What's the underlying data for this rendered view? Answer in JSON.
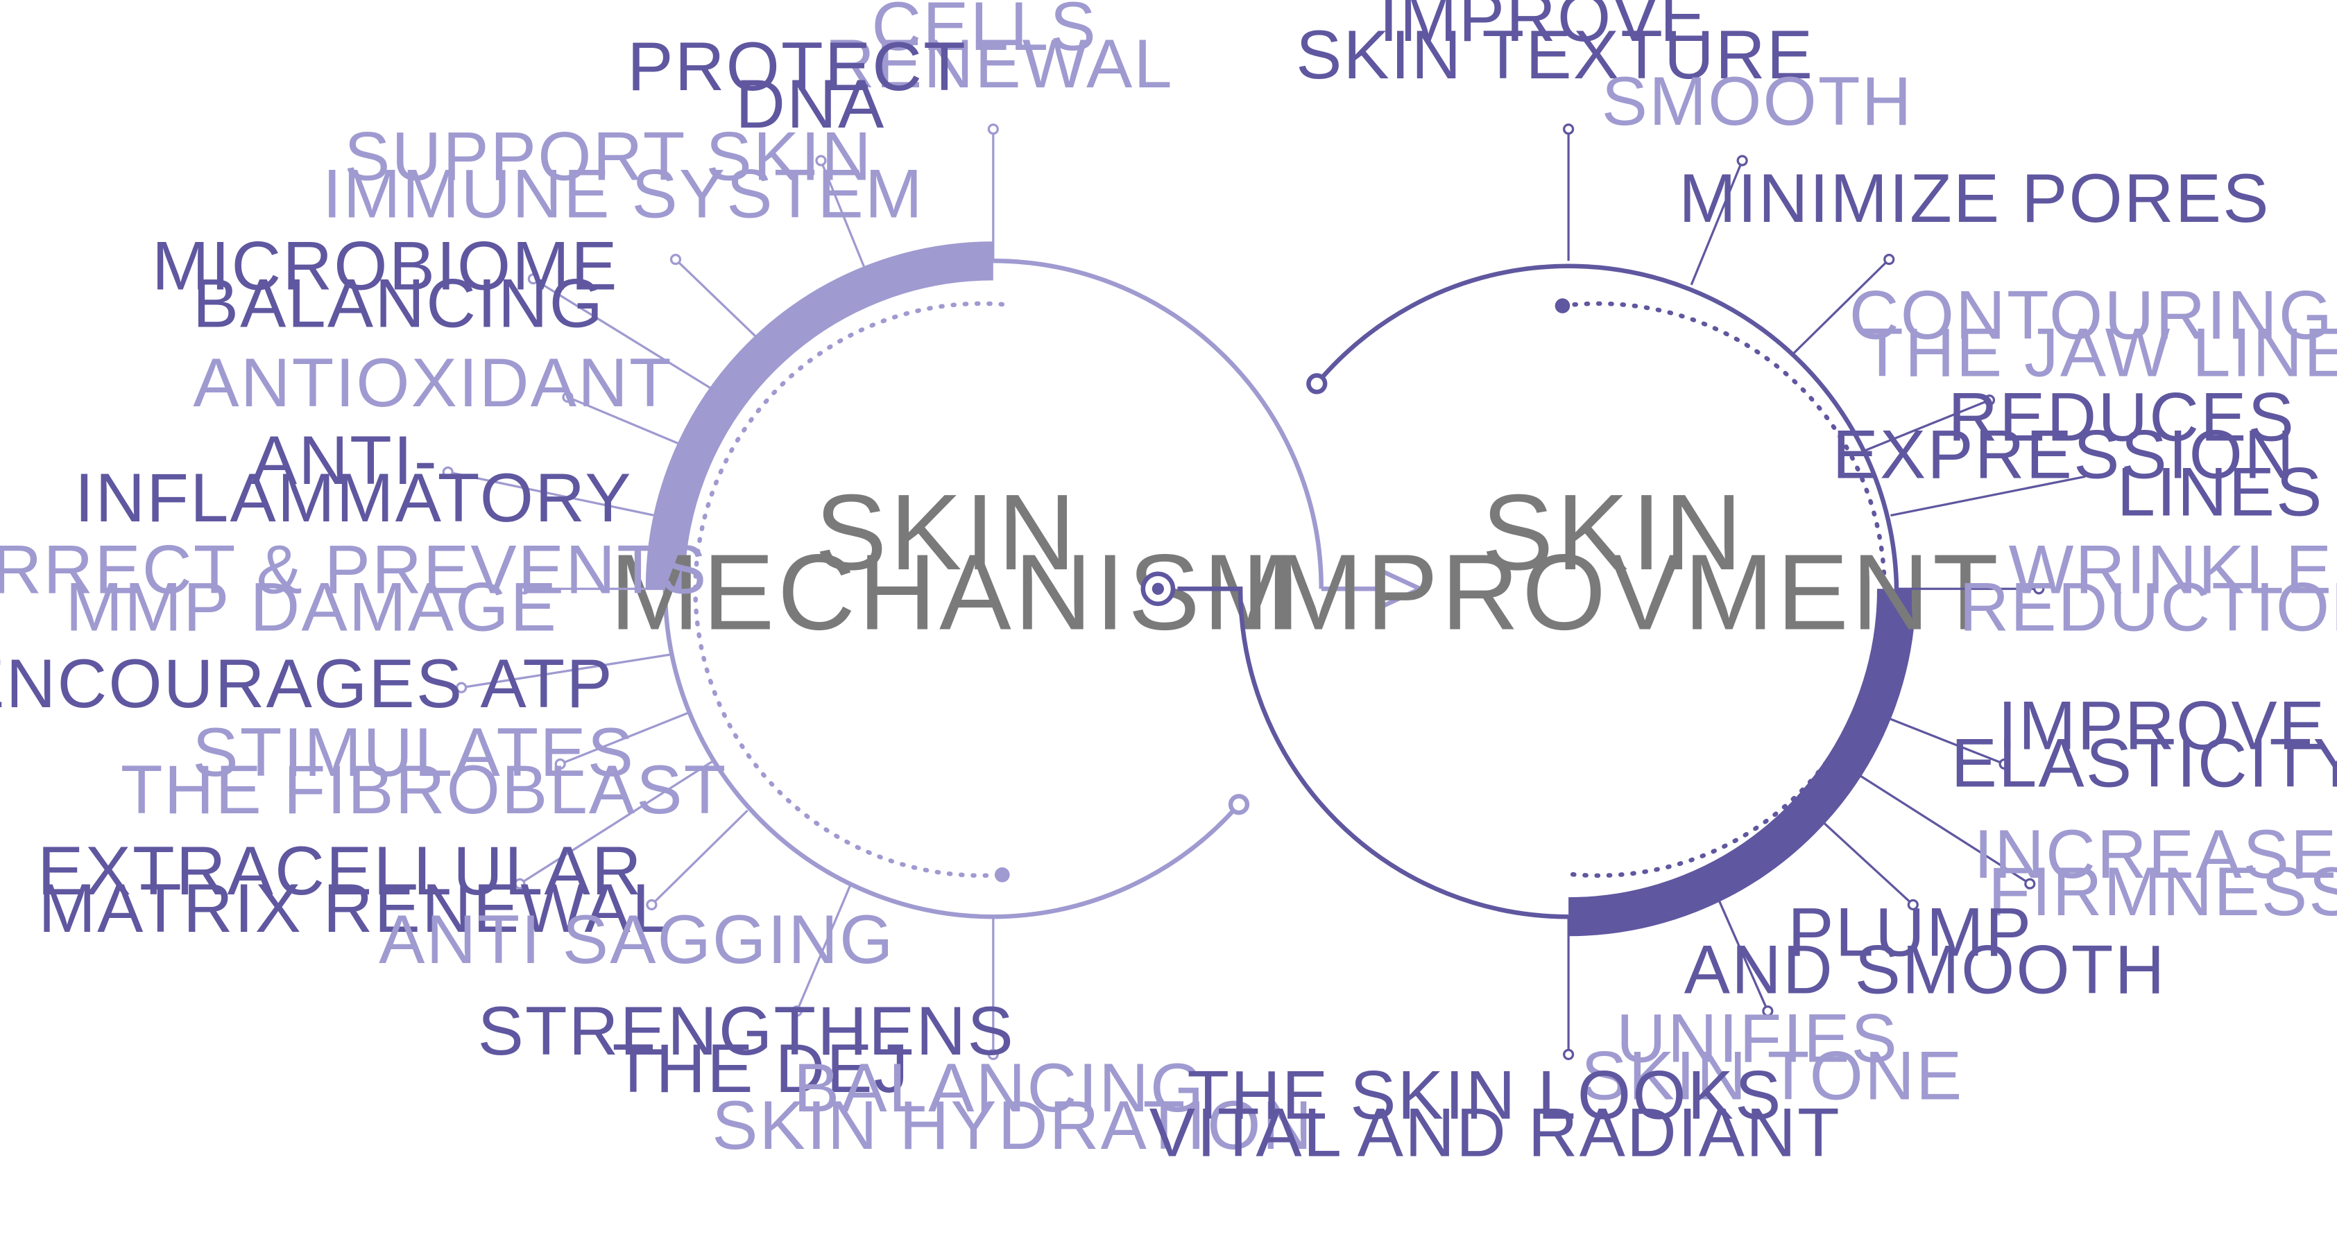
{
  "colors": {
    "dark": "#5f579f",
    "light": "#9f9ad0",
    "center_text": "#7a7a7a"
  },
  "left_circle": {
    "title": [
      "SKIN",
      "MECHANISM"
    ],
    "labels": [
      {
        "lines": [
          "CELLS",
          "RENEWAL"
        ],
        "tone": "light"
      },
      {
        "lines": [
          "PROTECT",
          "DNA"
        ],
        "tone": "dark"
      },
      {
        "lines": [
          "SUPPORT SKIN",
          "IMMUNE SYSTEM"
        ],
        "tone": "light"
      },
      {
        "lines": [
          "MICROBIOME",
          "BALANCING"
        ],
        "tone": "dark"
      },
      {
        "lines": [
          "ANTIOXIDANT"
        ],
        "tone": "light"
      },
      {
        "lines": [
          "ANTI-",
          "INFLAMMATORY"
        ],
        "tone": "dark"
      },
      {
        "lines": [
          "CORRECT & PREVENTS",
          "MMP DAMAGE"
        ],
        "tone": "light"
      },
      {
        "lines": [
          "ENCOURAGES ATP"
        ],
        "tone": "dark"
      },
      {
        "lines": [
          "STIMULATES",
          "THE FIBROBLAST"
        ],
        "tone": "light"
      },
      {
        "lines": [
          "EXTRACELLULAR",
          "MATRIX RENEWAL"
        ],
        "tone": "dark"
      },
      {
        "lines": [
          "ANTI SAGGING"
        ],
        "tone": "light"
      },
      {
        "lines": [
          "STRENGTHENS",
          "THE DEJ"
        ],
        "tone": "dark"
      },
      {
        "lines": [
          "BALANCING",
          "SKIN HYDRATION"
        ],
        "tone": "light"
      }
    ]
  },
  "right_circle": {
    "title": [
      "SKIN",
      "IMPROVMENT"
    ],
    "labels": [
      {
        "lines": [
          "IMPROVE",
          "SKIN TEXTURE"
        ],
        "tone": "dark"
      },
      {
        "lines": [
          "SMOOTH"
        ],
        "tone": "light"
      },
      {
        "lines": [
          "MINIMIZE PORES"
        ],
        "tone": "dark"
      },
      {
        "lines": [
          "CONTOURING",
          "THE JAW LINE"
        ],
        "tone": "light"
      },
      {
        "lines": [
          "REDUCES",
          "EXPRESSION",
          "LINES"
        ],
        "tone": "dark"
      },
      {
        "lines": [
          "WRINKLE",
          "REDUCTION"
        ],
        "tone": "light"
      },
      {
        "lines": [
          "IMPROVE",
          "ELASTICITY"
        ],
        "tone": "dark"
      },
      {
        "lines": [
          "INCREASE",
          "FIRMNESS"
        ],
        "tone": "light"
      },
      {
        "lines": [
          "PLUMP",
          "AND SMOOTH"
        ],
        "tone": "dark"
      },
      {
        "lines": [
          "UNIFIES",
          "SKIN TONE"
        ],
        "tone": "light"
      },
      {
        "lines": [
          "THE SKIN LOOKS",
          "VITAL AND RADIANT"
        ],
        "tone": "dark"
      }
    ]
  }
}
